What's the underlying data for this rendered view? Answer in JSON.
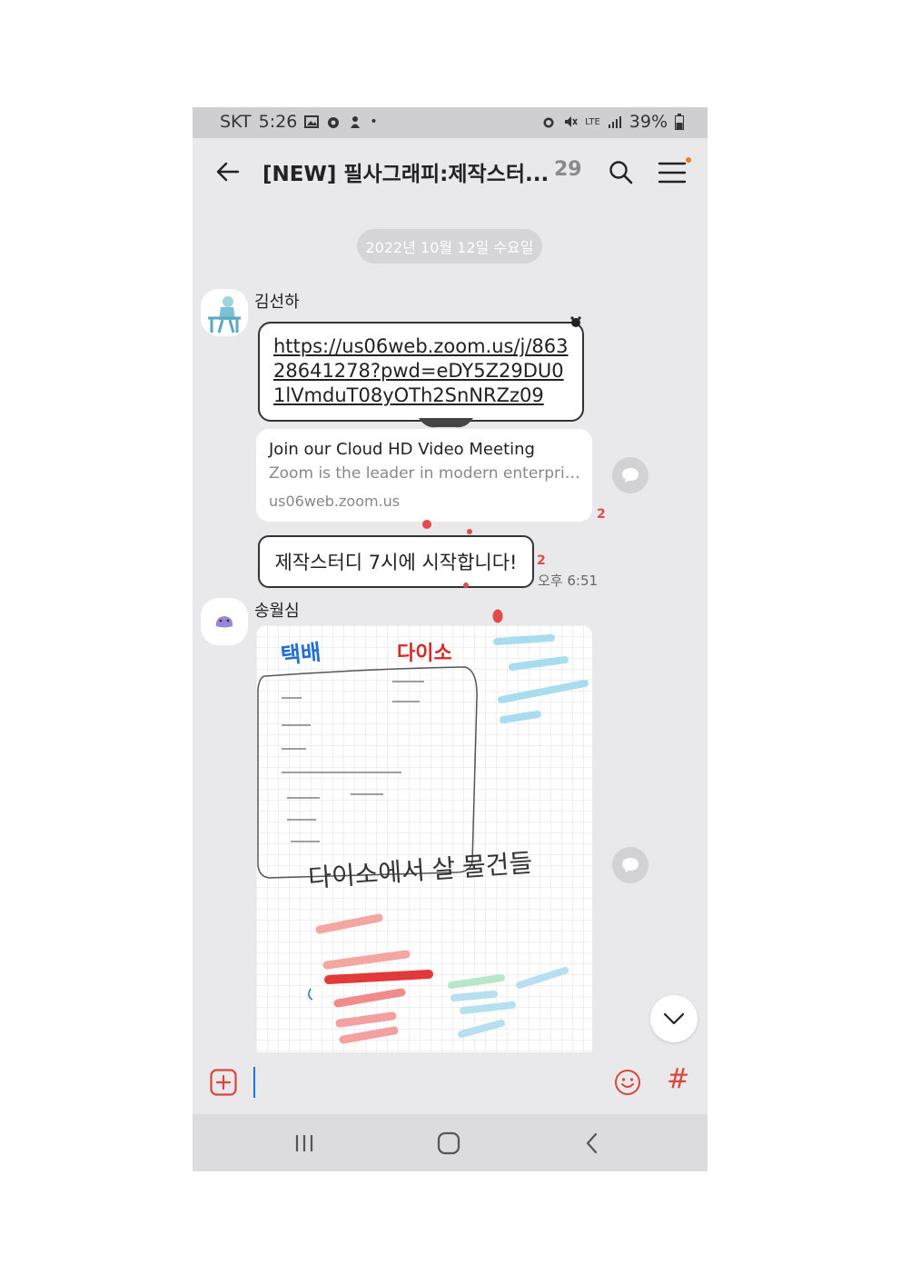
{
  "status_bar": {
    "carrier": "SKT",
    "time": "5:26",
    "network": "LTE",
    "battery": "39%"
  },
  "header": {
    "title": "[NEW] 필사그래피:제작스터...",
    "member_count": "29"
  },
  "date_divider": "2022년 10월 12일 수요일",
  "messages": [
    {
      "sender": "김선하",
      "link_text": "https://us06web.zoom.us/j/86328641278?pwd=eDY5Z29DU01lVmduT08yOTh2SnNRZz09",
      "preview": {
        "title": "Join our Cloud HD Video Meeting",
        "description": "Zoom is the leader in modern enterprise video communications",
        "domain": "us06web.zoom.us"
      },
      "preview_unread": "2",
      "text": "제작스터디 7시에 시작합니다!",
      "text_unread": "2",
      "time": "오후 6:51"
    },
    {
      "sender": "송월심",
      "image": {
        "heading_left": "택배",
        "heading_right": "다이소",
        "heading_bottom": "다이소에서 살 물건들"
      }
    }
  ],
  "colors": {
    "accent": "#d9463b",
    "unread": "#e14b4b",
    "background": "#e9e9ec"
  },
  "icons": [
    "back-arrow-icon",
    "search-icon",
    "menu-icon",
    "share-icon",
    "chevron-down-icon",
    "plus-icon",
    "emoji-icon",
    "hash-icon"
  ]
}
